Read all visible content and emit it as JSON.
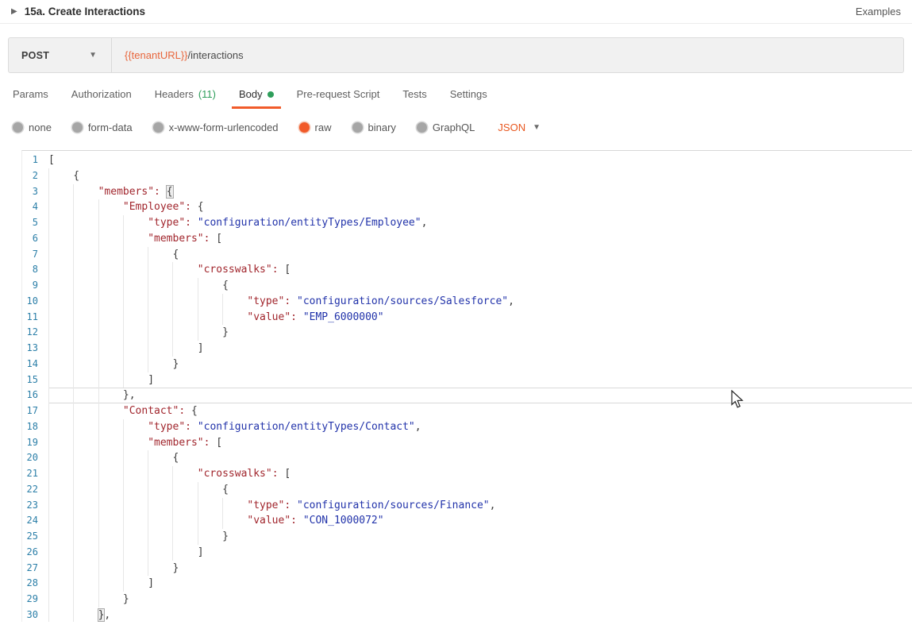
{
  "header": {
    "title": "15a. Create Interactions",
    "examples_label": "Examples",
    "disclosure_icon": "collapsed-triangle"
  },
  "request": {
    "method": "POST",
    "url_variable": "{{tenantURL}}",
    "url_path": "/interactions"
  },
  "tabs": [
    {
      "label": "Params",
      "active": false
    },
    {
      "label": "Authorization",
      "active": false
    },
    {
      "label": "Headers",
      "count": "(11)",
      "active": false
    },
    {
      "label": "Body",
      "dot": true,
      "active": true
    },
    {
      "label": "Pre-request Script",
      "active": false
    },
    {
      "label": "Tests",
      "active": false
    },
    {
      "label": "Settings",
      "active": false
    }
  ],
  "body_modes": [
    {
      "label": "none",
      "selected": false
    },
    {
      "label": "form-data",
      "selected": false
    },
    {
      "label": "x-www-form-urlencoded",
      "selected": false
    },
    {
      "label": "raw",
      "selected": true
    },
    {
      "label": "binary",
      "selected": false
    },
    {
      "label": "GraphQL",
      "selected": false
    }
  ],
  "language_select": {
    "value": "JSON"
  },
  "colors": {
    "accent_orange": "#f15b2a",
    "green": "#2e9e5b",
    "key_token": "#a1262d",
    "string_token": "#2233aa",
    "line_number": "#2c7fa8"
  },
  "editor": {
    "active_line": 16,
    "lines": [
      {
        "n": 1,
        "indent": 0,
        "tokens": [
          {
            "t": "punc",
            "v": "["
          }
        ]
      },
      {
        "n": 2,
        "indent": 1,
        "tokens": [
          {
            "t": "punc",
            "v": "{"
          }
        ]
      },
      {
        "n": 3,
        "indent": 2,
        "tokens": [
          {
            "t": "key",
            "v": "\"members\":"
          },
          {
            "t": "punc",
            "v": " "
          },
          {
            "t": "match",
            "v": "{"
          }
        ]
      },
      {
        "n": 4,
        "indent": 3,
        "tokens": [
          {
            "t": "key",
            "v": "\"Employee\":"
          },
          {
            "t": "punc",
            "v": " {"
          }
        ]
      },
      {
        "n": 5,
        "indent": 4,
        "tokens": [
          {
            "t": "key",
            "v": "\"type\":"
          },
          {
            "t": "punc",
            "v": " "
          },
          {
            "t": "str",
            "v": "\"configuration/entityTypes/Employee\""
          },
          {
            "t": "punc",
            "v": ","
          }
        ]
      },
      {
        "n": 6,
        "indent": 4,
        "tokens": [
          {
            "t": "key",
            "v": "\"members\":"
          },
          {
            "t": "punc",
            "v": " ["
          }
        ]
      },
      {
        "n": 7,
        "indent": 5,
        "tokens": [
          {
            "t": "punc",
            "v": "{"
          }
        ]
      },
      {
        "n": 8,
        "indent": 6,
        "tokens": [
          {
            "t": "key",
            "v": "\"crosswalks\":"
          },
          {
            "t": "punc",
            "v": " ["
          }
        ]
      },
      {
        "n": 9,
        "indent": 7,
        "tokens": [
          {
            "t": "punc",
            "v": "{"
          }
        ]
      },
      {
        "n": 10,
        "indent": 8,
        "tokens": [
          {
            "t": "key",
            "v": "\"type\":"
          },
          {
            "t": "punc",
            "v": " "
          },
          {
            "t": "str",
            "v": "\"configuration/sources/Salesforce\""
          },
          {
            "t": "punc",
            "v": ","
          }
        ]
      },
      {
        "n": 11,
        "indent": 8,
        "tokens": [
          {
            "t": "key",
            "v": "\"value\":"
          },
          {
            "t": "punc",
            "v": " "
          },
          {
            "t": "str",
            "v": "\"EMP_6000000\""
          }
        ]
      },
      {
        "n": 12,
        "indent": 7,
        "tokens": [
          {
            "t": "punc",
            "v": "}"
          }
        ]
      },
      {
        "n": 13,
        "indent": 6,
        "tokens": [
          {
            "t": "punc",
            "v": "]"
          }
        ]
      },
      {
        "n": 14,
        "indent": 5,
        "tokens": [
          {
            "t": "punc",
            "v": "}"
          }
        ]
      },
      {
        "n": 15,
        "indent": 4,
        "tokens": [
          {
            "t": "punc",
            "v": "]"
          }
        ]
      },
      {
        "n": 16,
        "indent": 3,
        "tokens": [
          {
            "t": "punc",
            "v": "},"
          }
        ]
      },
      {
        "n": 17,
        "indent": 3,
        "tokens": [
          {
            "t": "key",
            "v": "\"Contact\":"
          },
          {
            "t": "punc",
            "v": " {"
          }
        ]
      },
      {
        "n": 18,
        "indent": 4,
        "tokens": [
          {
            "t": "key",
            "v": "\"type\":"
          },
          {
            "t": "punc",
            "v": " "
          },
          {
            "t": "str",
            "v": "\"configuration/entityTypes/Contact\""
          },
          {
            "t": "punc",
            "v": ","
          }
        ]
      },
      {
        "n": 19,
        "indent": 4,
        "tokens": [
          {
            "t": "key",
            "v": "\"members\":"
          },
          {
            "t": "punc",
            "v": " ["
          }
        ]
      },
      {
        "n": 20,
        "indent": 5,
        "tokens": [
          {
            "t": "punc",
            "v": "{"
          }
        ]
      },
      {
        "n": 21,
        "indent": 6,
        "tokens": [
          {
            "t": "key",
            "v": "\"crosswalks\":"
          },
          {
            "t": "punc",
            "v": " ["
          }
        ]
      },
      {
        "n": 22,
        "indent": 7,
        "tokens": [
          {
            "t": "punc",
            "v": "{"
          }
        ]
      },
      {
        "n": 23,
        "indent": 8,
        "tokens": [
          {
            "t": "key",
            "v": "\"type\":"
          },
          {
            "t": "punc",
            "v": " "
          },
          {
            "t": "str",
            "v": "\"configuration/sources/Finance\""
          },
          {
            "t": "punc",
            "v": ","
          }
        ]
      },
      {
        "n": 24,
        "indent": 8,
        "tokens": [
          {
            "t": "key",
            "v": "\"value\":"
          },
          {
            "t": "punc",
            "v": " "
          },
          {
            "t": "str",
            "v": "\"CON_1000072\""
          }
        ]
      },
      {
        "n": 25,
        "indent": 7,
        "tokens": [
          {
            "t": "punc",
            "v": "}"
          }
        ]
      },
      {
        "n": 26,
        "indent": 6,
        "tokens": [
          {
            "t": "punc",
            "v": "]"
          }
        ]
      },
      {
        "n": 27,
        "indent": 5,
        "tokens": [
          {
            "t": "punc",
            "v": "}"
          }
        ]
      },
      {
        "n": 28,
        "indent": 4,
        "tokens": [
          {
            "t": "punc",
            "v": "]"
          }
        ]
      },
      {
        "n": 29,
        "indent": 3,
        "tokens": [
          {
            "t": "punc",
            "v": "}"
          }
        ]
      },
      {
        "n": 30,
        "indent": 2,
        "tokens": [
          {
            "t": "match",
            "v": "}"
          },
          {
            "t": "punc",
            "v": ","
          }
        ]
      }
    ]
  }
}
